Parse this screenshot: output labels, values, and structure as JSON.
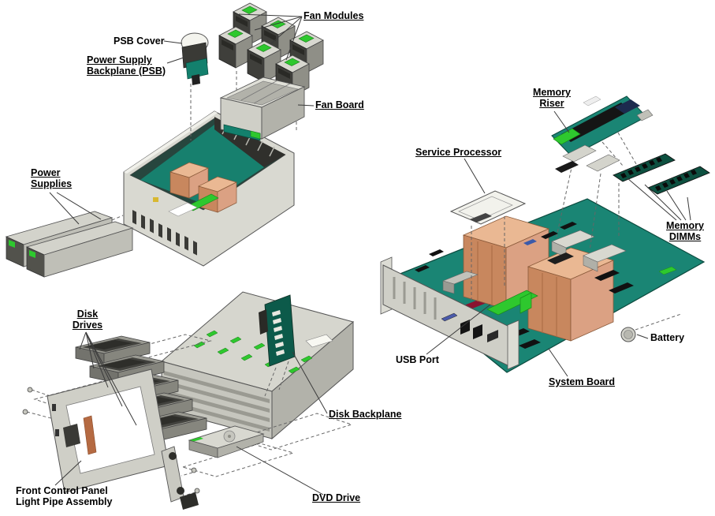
{
  "diagram": {
    "type": "exploded-hardware-parts-diagram",
    "labels": {
      "fan_modules": "Fan Modules",
      "psb_cover": "PSB Cover",
      "power_supply_backplane_line1": "Power Supply",
      "power_supply_backplane_line2": "Backplane (PSB)",
      "fan_board": "Fan Board",
      "power_supplies_line1": "Power",
      "power_supplies_line2": "Supplies",
      "memory_riser_line1": "Memory",
      "memory_riser_line2": "Riser",
      "service_processor": "Service Processor",
      "memory_dimms_line1": "Memory",
      "memory_dimms_line2": "DIMMs",
      "battery": "Battery",
      "usb_port": "USB Port",
      "system_board": "System Board",
      "disk_drives_line1": "Disk",
      "disk_drives_line2": "Drives",
      "disk_backplane": "Disk Backplane",
      "dvd_drive": "DVD Drive",
      "front_control_panel_line1": "Front Control Panel",
      "front_control_panel_line2": "Light Pipe Assembly"
    },
    "colors": {
      "background": "#ffffff",
      "pcb_teal": "#1a8574",
      "highlight_green": "#2ec82e",
      "copper": "#dba183",
      "chassis_gray": "#d6d6ce",
      "label_text": "#000000"
    }
  }
}
